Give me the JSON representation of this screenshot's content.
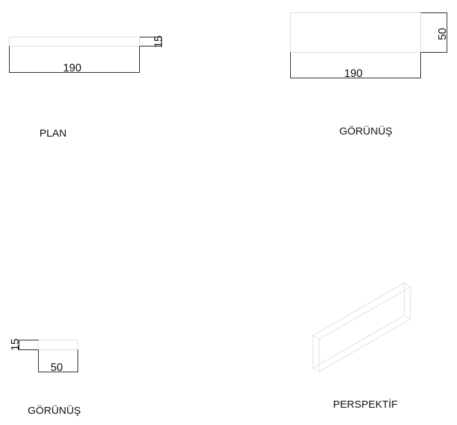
{
  "views": {
    "plan": {
      "label": "PLAN",
      "width_dim": "190",
      "height_dim": "15"
    },
    "front": {
      "label": "GÖRÜNÜŞ",
      "width_dim": "190",
      "height_dim": "50"
    },
    "side": {
      "label": "GÖRÜNÜŞ",
      "width_dim": "50",
      "height_dim": "15"
    },
    "perspective": {
      "label": "PERSPEKTİF"
    }
  }
}
